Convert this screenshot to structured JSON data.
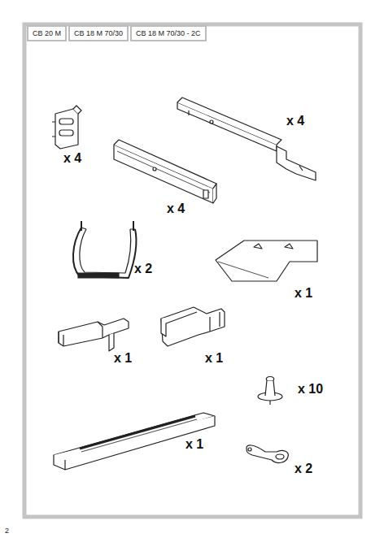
{
  "diagram": {
    "nodes": [
      {
        "text": [
          "CB 20 M"
        ]
      },
      {
        "text": [
          "CB 18 M 70/30"
        ]
      },
      {
        "text": [
          "CB 18 M 70/30 - 2C"
        ]
      }
    ],
    "labels": [
      "x 4",
      "x 4",
      "x 4",
      "x 2",
      "x 1",
      "x 1",
      "x 1",
      "x 10",
      "x 1",
      "x 2",
      "2"
    ]
  }
}
